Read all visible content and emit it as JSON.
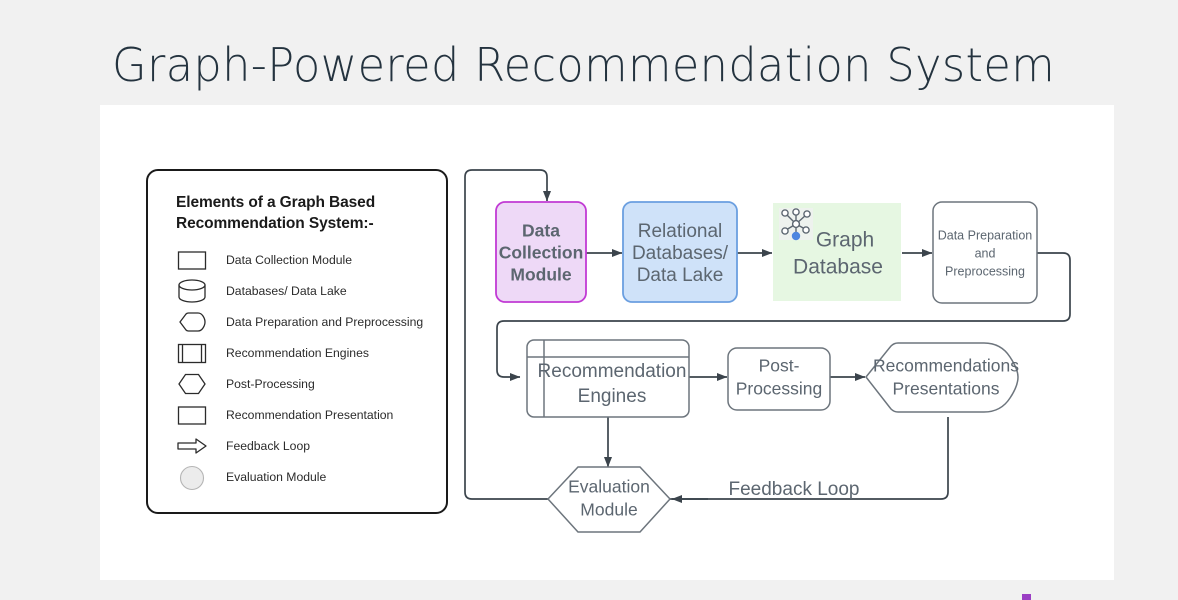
{
  "page": {
    "title": "Graph-Powered Recommendation System",
    "background_color": "#f1f1f1",
    "canvas_color": "#ffffff",
    "title_color": "#24333f",
    "marker_color": "#9b3fc4"
  },
  "legend": {
    "title": "Elements of a Graph Based Recommendation System:-",
    "border_color": "#1a1a1a",
    "items": [
      {
        "symbol": "rectangle",
        "label": "Data Collection Module"
      },
      {
        "symbol": "cylinder",
        "label": "Databases/ Data Lake"
      },
      {
        "symbol": "round-hex",
        "label": "Data Preparation and Preprocessing"
      },
      {
        "symbol": "process-box",
        "label": "Recommendation Engines"
      },
      {
        "symbol": "hexagon",
        "label": "Post-Processing"
      },
      {
        "symbol": "rectangle",
        "label": "Recommendation Presentation"
      },
      {
        "symbol": "block-arrow",
        "label": "Feedback Loop"
      },
      {
        "symbol": "circle",
        "label": "Evaluation Module"
      }
    ]
  },
  "diagram": {
    "edge_color": "#3b444c",
    "node_text_color": "#5c6670",
    "nodes": {
      "data_collection": {
        "label_lines": [
          "Data",
          "Collection",
          "Module"
        ],
        "fill": "#eed9f7",
        "stroke": "#c13ad4",
        "shape": "rounded-rect"
      },
      "relational_db": {
        "label_lines": [
          "Relational",
          "Databases/",
          "Data Lake"
        ],
        "fill": "#cfe2f9",
        "stroke": "#6b9fe0",
        "shape": "rounded-rect"
      },
      "graph_database": {
        "label_lines": [
          "Graph",
          "Database"
        ],
        "fill": "#e6f7e2",
        "stroke": "none",
        "shape": "rect",
        "icon": "graph-network-icon"
      },
      "data_preparation": {
        "label_lines": [
          "Data Preparation",
          "and",
          "Preprocessing"
        ],
        "fill": "#ffffff",
        "stroke": "#6d757d",
        "shape": "rounded-rect"
      },
      "recommendation_engines": {
        "label_lines": [
          "Recommendation",
          "Engines"
        ],
        "fill": "#ffffff",
        "stroke": "#6d757d",
        "shape": "process-box"
      },
      "post_processing": {
        "label_lines": [
          "Post-",
          "Processing"
        ],
        "fill": "#ffffff",
        "stroke": "#6d757d",
        "shape": "rounded-rect"
      },
      "recommendations_presentations": {
        "label_lines": [
          "Recommendations",
          "Presentations"
        ],
        "fill": "#ffffff",
        "stroke": "#6d757d",
        "shape": "round-hex"
      },
      "evaluation_module": {
        "label_lines": [
          "Evaluation",
          "Module"
        ],
        "fill": "#ffffff",
        "stroke": "#6d757d",
        "shape": "hexagon"
      }
    },
    "edge_labels": {
      "feedback_loop": "Feedback Loop"
    }
  }
}
